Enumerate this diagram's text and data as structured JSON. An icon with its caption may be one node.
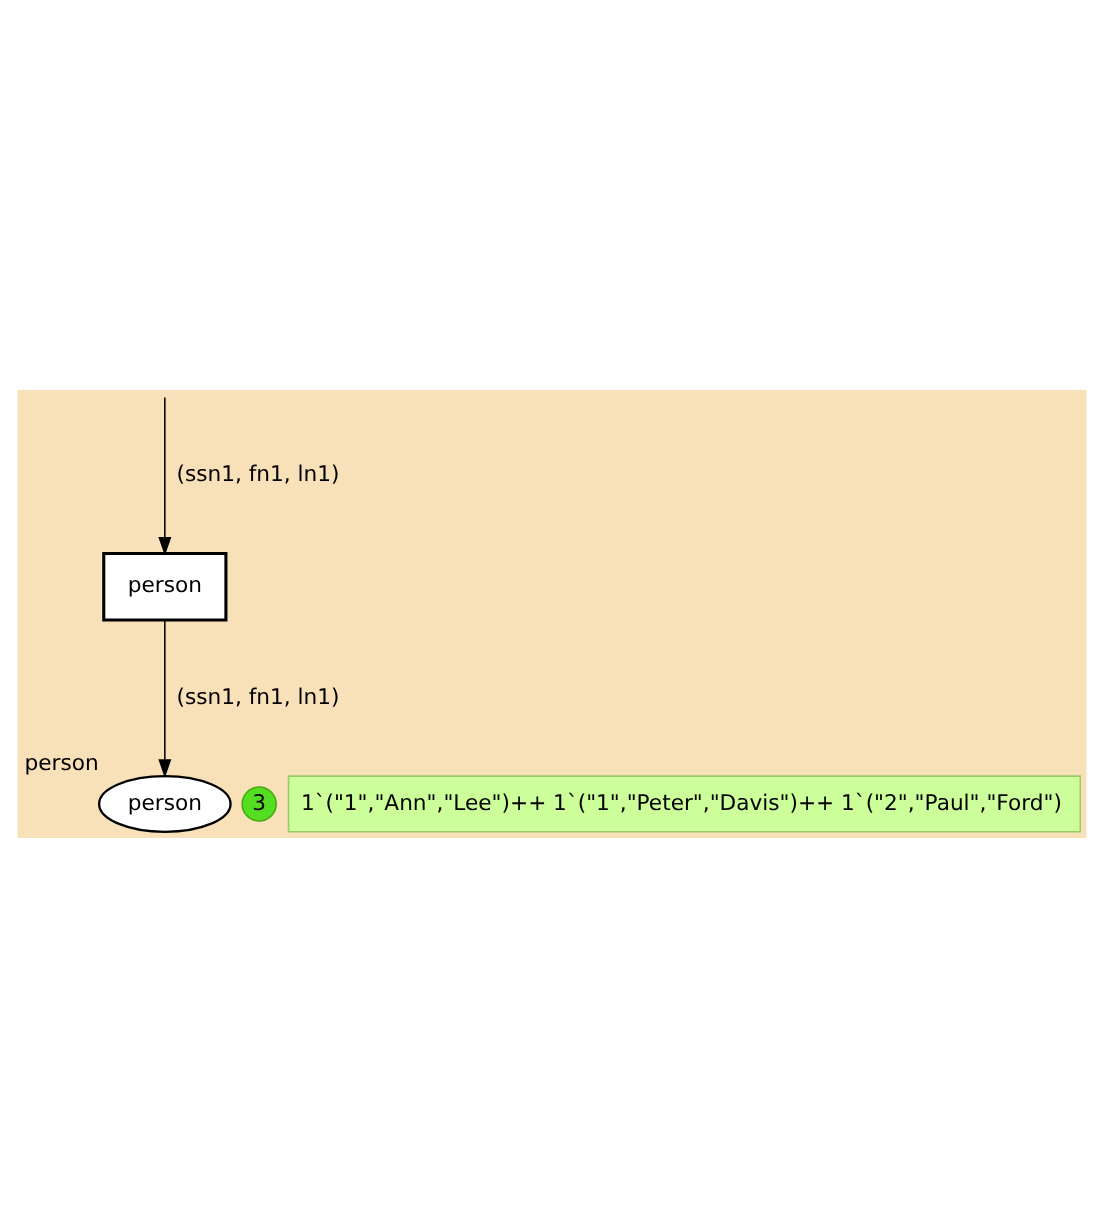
{
  "diagram": {
    "nodes": [
      {
        "text": [
          "person"
        ]
      },
      {
        "text": [
          "person"
        ],
        "beside": [
          "person"
        ]
      },
      {
        "text": [
          "3"
        ]
      },
      {
        "text": [
          "1`(\"1\",\"Ann\",\"Lee\")++ 1`(\"1\",\"Peter\",\"Davis\")++ 1`(\"2\",\"Paul\",\"Ford\")"
        ]
      }
    ],
    "edges": [
      {
        "from": null,
        "to": 0,
        "arrow": "to",
        "label": "(ssn1, fn1, ln1)"
      },
      {
        "from": 0,
        "to": 1,
        "arrow": "to",
        "label": "(ssn1, fn1, ln1)"
      }
    ]
  }
}
